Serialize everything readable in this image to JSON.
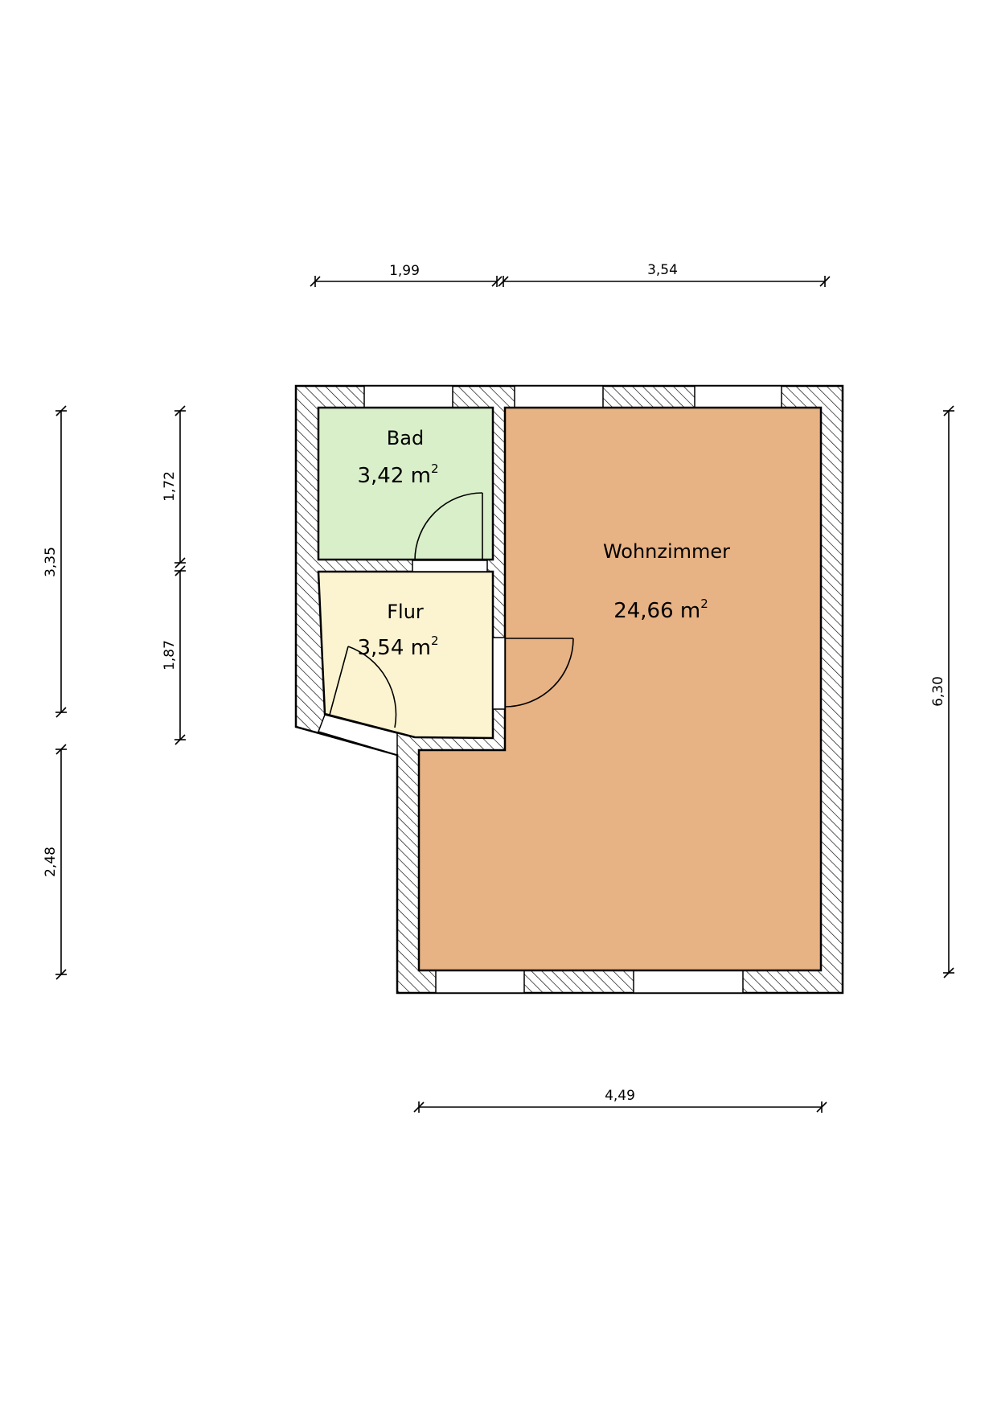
{
  "colors": {
    "background": "#ffffff",
    "wall_outline": "#000000",
    "hatch": "#000000",
    "room_bad": "#d9efc9",
    "room_flur": "#fcf4d1",
    "room_wohnzimmer": "#e7b284"
  },
  "rooms": {
    "bad": {
      "name": "Bad",
      "area_value": "3,42 m",
      "area_exp": "2"
    },
    "flur": {
      "name": "Flur",
      "area_value": "3,54 m",
      "area_exp": "2"
    },
    "wohnzimmer": {
      "name": "Wohnzimmer",
      "area_value": "24,66 m",
      "area_exp": "2"
    }
  },
  "dimensions": {
    "top_bad_width": "1,99",
    "top_wohnzimmer_width": "3,54",
    "bottom_width": "4,49",
    "left_outer_top": "3,35",
    "left_outer_bottom": "2,48",
    "left_inner_bad": "1,72",
    "left_inner_flur": "1,87",
    "right_height": "6,30"
  }
}
